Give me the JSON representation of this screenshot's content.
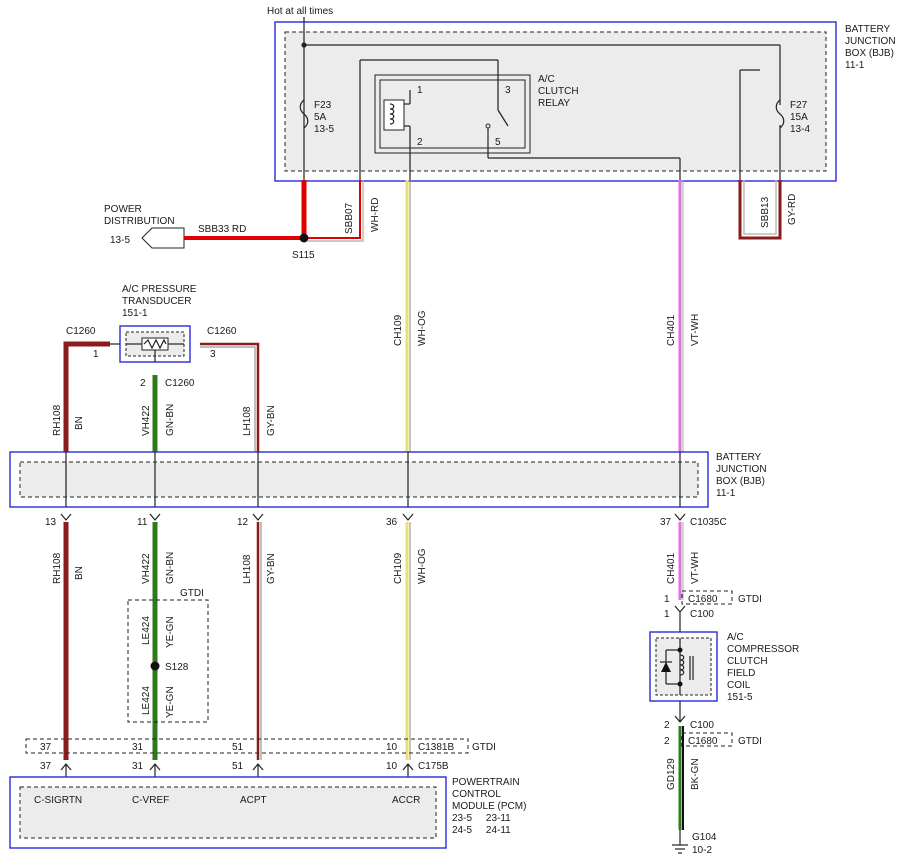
{
  "colors": {
    "red": "#e00000",
    "brown": "#8a1c1c",
    "green": "#2f7a1e",
    "pink": "#e070e0",
    "yellow": "#e8e070",
    "blue_box": "#2a2ad8"
  },
  "top": {
    "hot_label": "Hot at all times",
    "bjb_title_lines": [
      "BATTERY",
      "JUNCTION",
      "BOX (BJB)",
      "11-1"
    ],
    "fuse_f23": [
      "F23",
      "5A",
      "13-5"
    ],
    "fuse_f27": [
      "F27",
      "15A",
      "13-4"
    ],
    "relay_lines": [
      "A/C",
      "CLUTCH",
      "RELAY"
    ],
    "relay_pins": [
      "1",
      "2",
      "3",
      "5"
    ],
    "power_dist_lines": [
      "POWER",
      "DISTRIBUTION"
    ],
    "power_dist_ref": "13-5",
    "sbb33": "SBB33  RD",
    "splice_s115": "S115",
    "sbb07_circuit": "SBB07",
    "sbb07_color": "WH-RD",
    "sbb13_circuit": "SBB13",
    "sbb13_color": "GY-RD"
  },
  "transducer": {
    "title_lines": [
      "A/C PRESSURE",
      "TRANSDUCER",
      "151-1"
    ],
    "conn_left": "C1260",
    "conn_right": "C1260",
    "conn_bottom": "C1260",
    "pin_left": "1",
    "pin_right": "3",
    "pin_bottom": "2"
  },
  "wires_upper": [
    {
      "circuit": "RH108",
      "color": "BN"
    },
    {
      "circuit": "VH422",
      "color": "GN-BN"
    },
    {
      "circuit": "LH108",
      "color": "GY-BN"
    },
    {
      "circuit": "CH109",
      "color": "WH-OG"
    },
    {
      "circuit": "CH401",
      "color": "VT-WH"
    }
  ],
  "bjb_mid": {
    "title_lines": [
      "BATTERY",
      "JUNCTION",
      "BOX (BJB)",
      "11-1"
    ],
    "pins": [
      "13",
      "11",
      "12",
      "36",
      "37"
    ],
    "connector": "C1035C"
  },
  "wires_lower": [
    {
      "circuit": "RH108",
      "color": "BN"
    },
    {
      "circuit": "VH422",
      "color": "GN-BN"
    },
    {
      "circuit": "LH108",
      "color": "GY-BN"
    },
    {
      "circuit": "CH109",
      "color": "WH-OG"
    },
    {
      "circuit": "CH401",
      "color": "VT-WH"
    }
  ],
  "gtdi_splice": {
    "label": "GTDI",
    "circuit": "LE424",
    "color": "YE-GN",
    "splice": "S128"
  },
  "coil": {
    "c1680_top": "C1680",
    "c100_top": "C100",
    "gtdi": "GTDI",
    "pin_top": "1",
    "title_lines": [
      "A/C",
      "COMPRESSOR",
      "CLUTCH",
      "FIELD",
      "COIL",
      "151-5"
    ],
    "c100_bottom": "C100",
    "c1680_bottom": "C1680",
    "pin_bottom": "2",
    "gd_circuit": "GD129",
    "gd_color": "BK-GN",
    "ground": "G104",
    "ground_ref": "10-2"
  },
  "pcm": {
    "conn_1381": "C1381B",
    "conn_175": "C175B",
    "gtdi": "GTDI",
    "pins": [
      "37",
      "31",
      "51",
      "10"
    ],
    "signals": [
      "C-SIGRTN",
      "C-VREF",
      "ACPT",
      "ACCR"
    ],
    "title_lines": [
      "POWERTRAIN",
      "CONTROL",
      "MODULE (PCM)"
    ],
    "refs": [
      "23-5     23-11",
      "24-5     24-11"
    ]
  }
}
